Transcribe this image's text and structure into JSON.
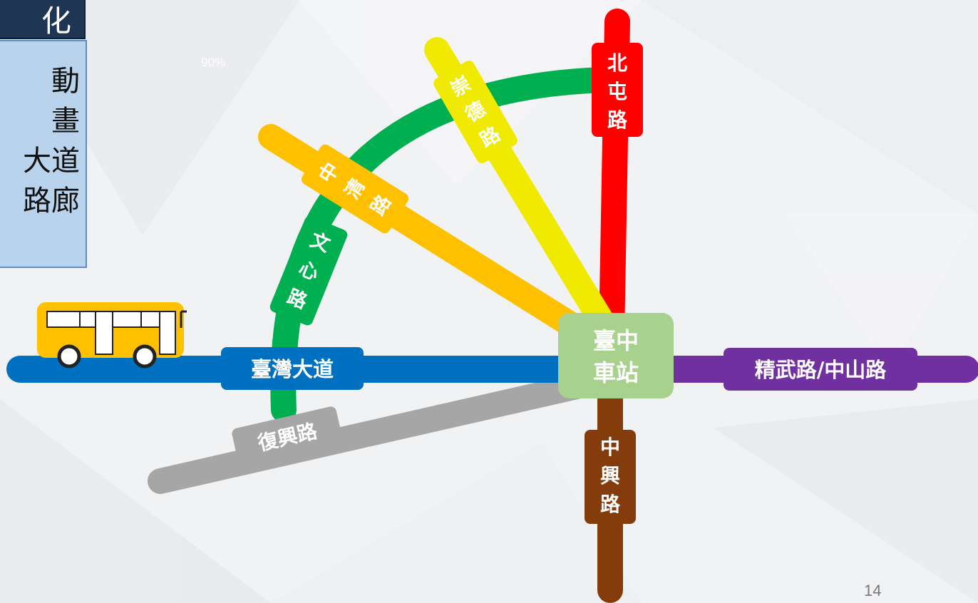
{
  "header": {
    "title": "化"
  },
  "note": {
    "lines": [
      "動",
      "畫",
      "大道",
      "路廊"
    ]
  },
  "percent_label": "90%",
  "station": {
    "line1": "臺中",
    "line2": "車站"
  },
  "routes": {
    "taiwan_blvd": "臺灣大道",
    "jingwu": "精武路/中山路",
    "fuxing": "復興路",
    "zhongxing": [
      "中",
      "興",
      "路"
    ],
    "beitun": [
      "北",
      "屯",
      "路"
    ],
    "chongde": [
      "崇",
      "德",
      "路"
    ],
    "zhongqing": [
      "中",
      "清",
      "路"
    ],
    "wenxin": [
      "文",
      "心",
      "路"
    ]
  },
  "colors": {
    "taiwan_blvd": "#0070c0",
    "jingwu": "#7030a0",
    "fuxing": "#a6a6a6",
    "zhongxing": "#843c0c",
    "beitun": "#ff0000",
    "chongde": "#f0ea00",
    "zhongqing": "#ffc000",
    "wenxin": "#00b050",
    "station": "#a9d18e",
    "bus": "#ffc000"
  },
  "page_number": "14"
}
